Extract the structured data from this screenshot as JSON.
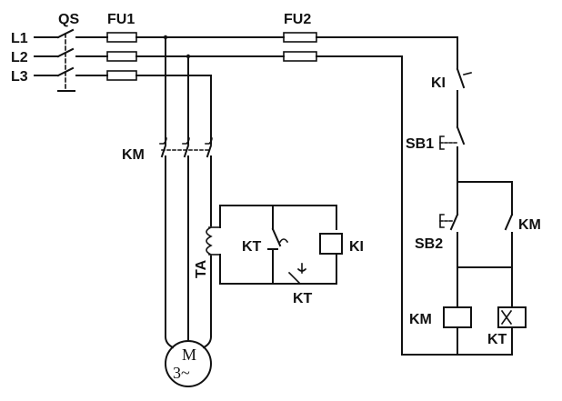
{
  "labels": {
    "l1": "L1",
    "l2": "L2",
    "l3": "L3",
    "qs": "QS",
    "fu1": "FU1",
    "fu2": "FU2",
    "ki_contact": "KI",
    "sb1": "SB1",
    "sb2": "SB2",
    "km_aux": "KM",
    "km_main": "KM",
    "ta": "TA",
    "kt_inner": "KT",
    "ki_coil": "KI",
    "kt_lower": "KT",
    "km_coil": "KM",
    "kt_coil": "KT",
    "motor_m": "M",
    "motor_phase": "3~"
  }
}
